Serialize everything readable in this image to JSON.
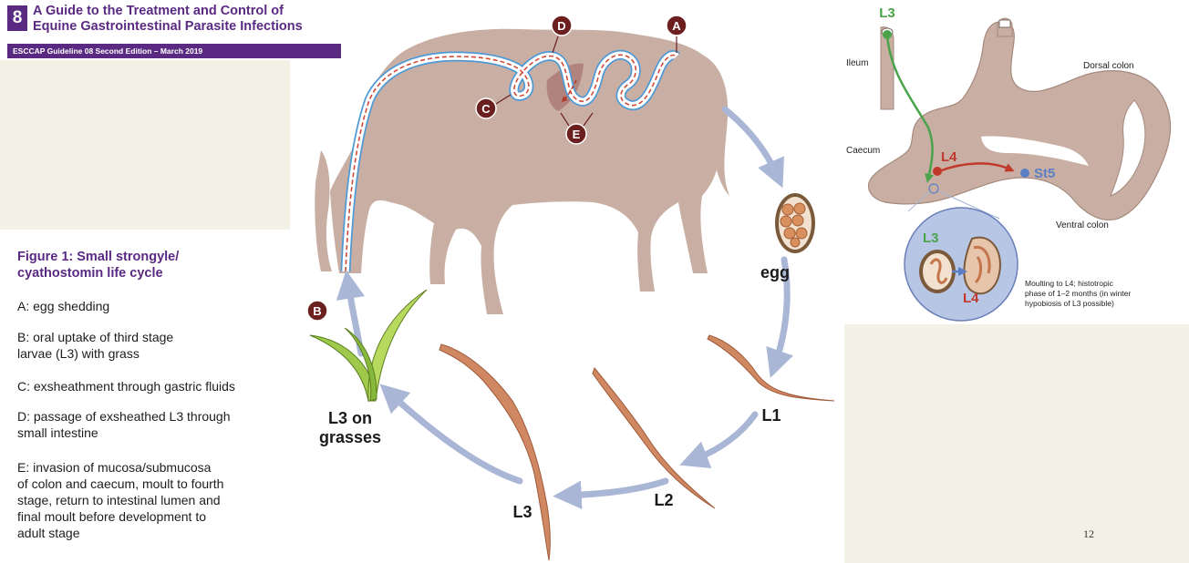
{
  "header": {
    "number": "8",
    "title_line1": "A Guide to the Treatment and Control of",
    "title_line2": "Equine Gastrointestinal Parasite Infections",
    "subtitle": "ESCCAP Guideline 08 Second Edition – March 2019"
  },
  "figure": {
    "title_line1": "Figure 1: Small strongyle/",
    "title_line2": "cyathostomin life cycle",
    "legend": {
      "a": [
        "A: egg shedding"
      ],
      "b": [
        "B: oral uptake of third stage",
        "larvae (L3) with grass"
      ],
      "c": [
        "C: exsheathment through gastric fluids"
      ],
      "d": [
        "D: passage of exsheathed L3 through",
        "small intestine"
      ],
      "e": [
        "E: invasion of mucosa/submucosa",
        "of colon and caecum, moult to fourth",
        "stage, return to intestinal lumen and",
        "final moult before development to",
        "adult stage"
      ]
    }
  },
  "cycle": {
    "markers": {
      "a": "A",
      "b": "B",
      "c": "C",
      "d": "D",
      "e": "E"
    },
    "labels": {
      "egg": "egg",
      "l1": "L1",
      "l2": "L2",
      "l3": "L3",
      "l3_grass_line1": "L3 on",
      "l3_grass_line2": "grasses"
    }
  },
  "intestine": {
    "ileum": "Ileum",
    "caecum": "Caecum",
    "dorsal_colon": "Dorsal colon",
    "ventral_colon": "Ventral colon",
    "l3_top": "L3",
    "l4": "L4",
    "st5": "St5",
    "inset_l3": "L3",
    "inset_l4": "L4",
    "note_line1": "Moulting to L4; histotropic",
    "note_line2": "phase of 1–2 months (in winter",
    "note_line3": "hypobiosis of L3 possible)"
  },
  "page_number": "12",
  "colors": {
    "purple": "#5a2a82",
    "horse": "#c9afa3",
    "marker": "#6b1f1f",
    "arrow": "#a9b6d6",
    "worm": "#d08862",
    "green_l3": "#4aa34a",
    "red_l4": "#c0392b",
    "blue_st5": "#5b7fc4"
  }
}
